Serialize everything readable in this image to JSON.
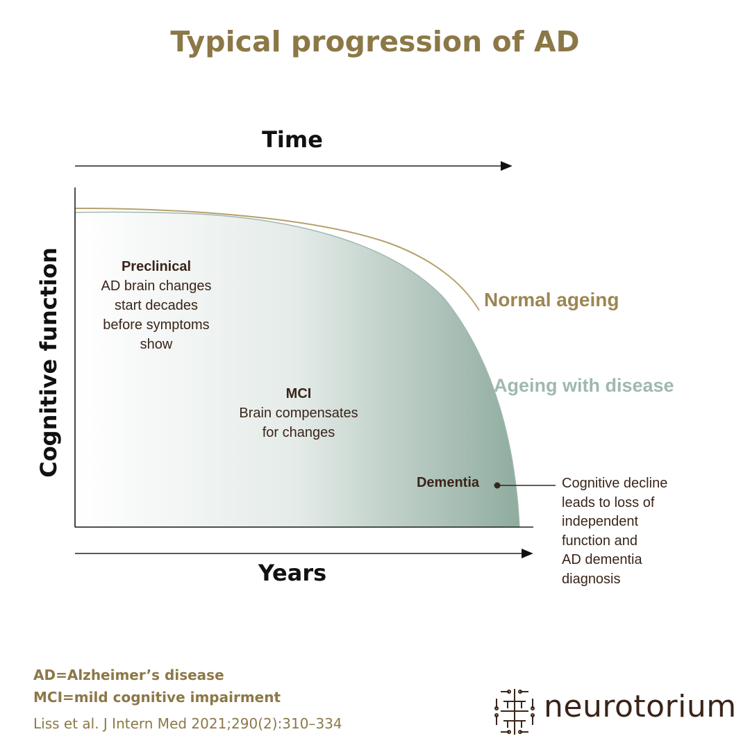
{
  "title": "Typical progression of AD",
  "axes": {
    "top": "Time",
    "bottom": "Years",
    "left": "Cognitive function"
  },
  "stages": {
    "preclinical": {
      "head": "Preclinical",
      "lines": [
        "AD brain changes",
        "start decades",
        "before symptoms",
        "show"
      ]
    },
    "mci": {
      "head": "MCI",
      "lines": [
        "Brain compensates",
        "for changes"
      ]
    },
    "dementia": {
      "head": "Dementia"
    }
  },
  "curves": {
    "normal": {
      "label": "Normal ageing",
      "color": "#b5a06b"
    },
    "disease": {
      "label": "Ageing with disease",
      "color": "#9fb8b0",
      "fill_start": "#ffffff",
      "fill_end": "#8fac9f"
    }
  },
  "callout": {
    "lines": [
      "Cognitive decline",
      "leads to loss of",
      "independent",
      "function and",
      "AD dementia",
      "diagnosis"
    ]
  },
  "footnotes": {
    "abbr1": "AD=Alzheimer’s disease",
    "abbr2": "MCI=mild cognitive impairment",
    "reference": "Liss et al. J Intern Med 2021;290(2):310–334"
  },
  "logo": {
    "text": "neurotorium",
    "icon": "brain-circuit-icon"
  },
  "colors": {
    "title": "#8c7847",
    "dark_text": "#3a2419",
    "axis": "#222222"
  }
}
